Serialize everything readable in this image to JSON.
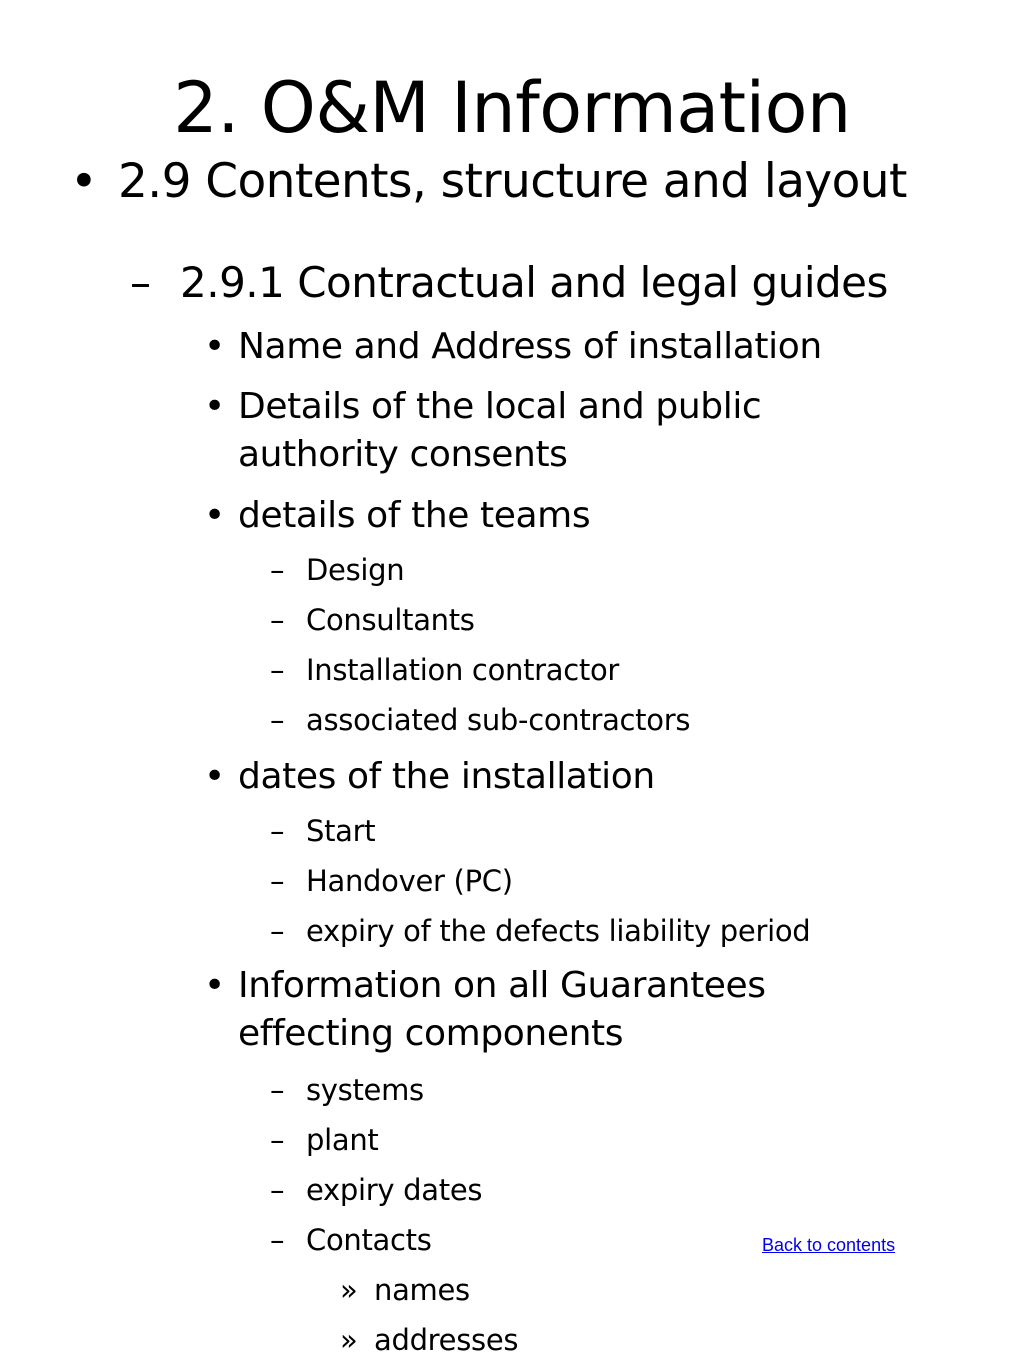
{
  "slide": {
    "title": "2. O&M Information",
    "bullet_glyph": "•",
    "dash_glyph": "–",
    "chevron_glyph": "»",
    "items": [
      {
        "level": 1,
        "text": "2.9 Contents, structure and layout"
      },
      {
        "level": 2,
        "text": "2.9.1 Contractual and legal guides"
      },
      {
        "level": 3,
        "lines": [
          "Name and Address of installation"
        ]
      },
      {
        "level": 3,
        "lines": [
          "Details of the local and public",
          "authority consents"
        ]
      },
      {
        "level": 3,
        "lines": [
          "details of the teams"
        ]
      },
      {
        "level": 4,
        "text": "Design"
      },
      {
        "level": 4,
        "text": "Consultants"
      },
      {
        "level": 4,
        "text": "Installation contractor"
      },
      {
        "level": 4,
        "text": "associated sub-contractors"
      },
      {
        "level": 3,
        "lines": [
          "dates of the installation"
        ]
      },
      {
        "level": 4,
        "text": "Start"
      },
      {
        "level": 4,
        "text": "Handover (PC)"
      },
      {
        "level": 4,
        "text": "expiry of the defects liability period"
      },
      {
        "level": 3,
        "lines": [
          "Information on all Guarantees",
          "effecting components"
        ]
      },
      {
        "level": 4,
        "text": "systems"
      },
      {
        "level": 4,
        "text": "plant"
      },
      {
        "level": 4,
        "text": "expiry dates"
      },
      {
        "level": 4,
        "text": "Contacts"
      },
      {
        "level": 5,
        "text": "names"
      },
      {
        "level": 5,
        "text": "addresses"
      }
    ]
  },
  "nav": {
    "back_label": "Back to contents"
  }
}
